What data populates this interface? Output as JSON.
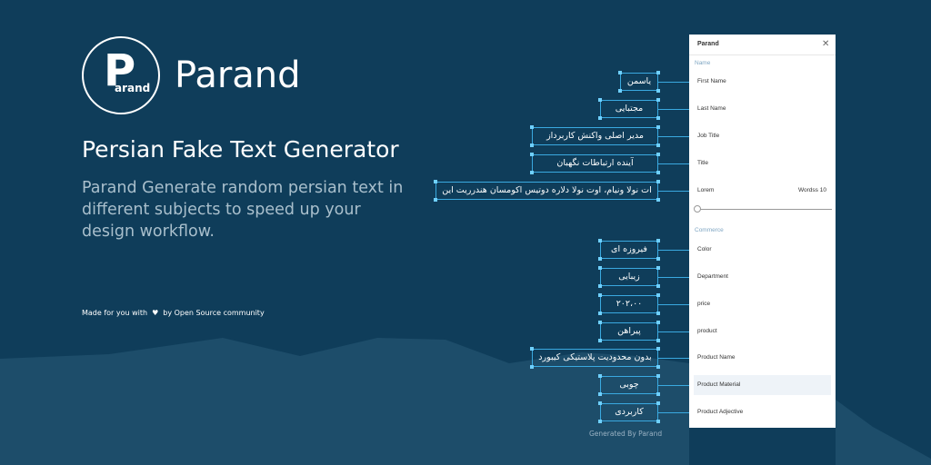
{
  "brand": {
    "logo_letter": "P",
    "logo_sub": "arand",
    "app_name": "Parand"
  },
  "headline": "Persian Fake Text Generator",
  "description": "Parand Generate random persian text in different subjects to speed up your design workflow.",
  "credits": {
    "before": "Made for you with",
    "after": "by Open Source community"
  },
  "footer": "Generated By Parand",
  "colors": {
    "background": "#0f3d5a",
    "accent": "#3aa9e0",
    "panel": "#ffffff"
  },
  "panel": {
    "title": "Parand",
    "close_icon": "close-icon",
    "section_name": "Name",
    "section_commerce": "Commerce",
    "words_label": "Wordss 10",
    "rows": [
      {
        "label": "First Name",
        "value": "یاسمن"
      },
      {
        "label": "Last Name",
        "value": "مجتبایی"
      },
      {
        "label": "Job Title",
        "value": "مدیر اصلی واکنش کاربرداز"
      },
      {
        "label": "Title",
        "value": "آینده ارتباطات نگهبان"
      },
      {
        "label": "Lorem",
        "value": "ات نولا ونیام، اوت نولا دلاره دوتیس اکومسان هندرریت این"
      },
      {
        "label": "Color",
        "value": "فیروزه ای"
      },
      {
        "label": "Department",
        "value": "زیبایی"
      },
      {
        "label": "price",
        "value": "۲۰۲،۰۰"
      },
      {
        "label": "product",
        "value": "پیراهن"
      },
      {
        "label": "Product Name",
        "value": "بدون محدودیت پلاستیکی کیبورد"
      },
      {
        "label": "Product Material",
        "value": "چوبی"
      },
      {
        "label": "Product Adjective",
        "value": "کاربردی"
      }
    ]
  }
}
